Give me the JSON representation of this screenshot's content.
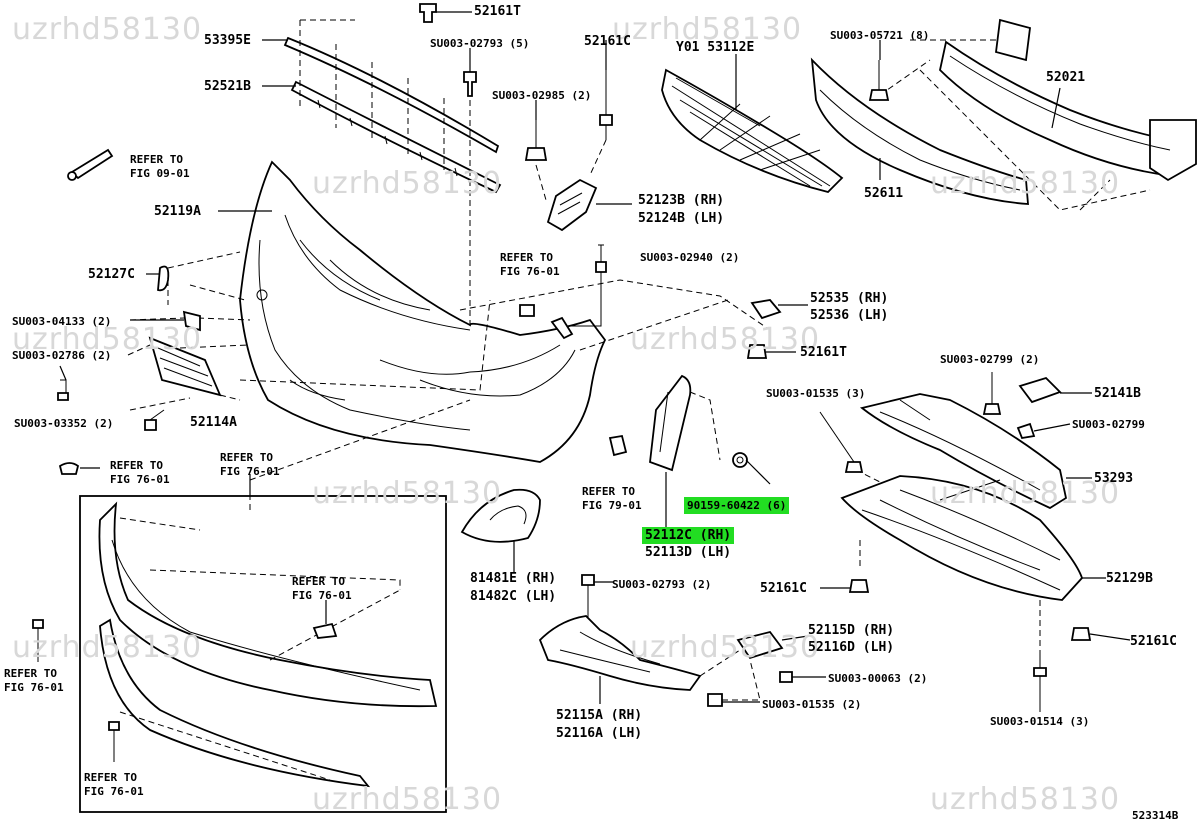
{
  "watermark": "uzrhd58130",
  "diagram_id": "523314B",
  "highlight_color": "#22dd22",
  "parts": {
    "p52161T_a": "52161T",
    "p53395E": "53395E",
    "pSU02793_5": "SU003-02793 (5)",
    "p52161C_top": "52161C",
    "pY01": "Y01 53112E",
    "pSU05721": "SU003-05721 (8)",
    "p52521B": "52521B",
    "pSU02985": "SU003-02985 (2)",
    "p52021": "52021",
    "pRefer0901_a": "REFER TO",
    "pRefer0901_b": "FIG 09-01",
    "p52119A": "52119A",
    "p52123B": "52123B (RH)",
    "p52124B": "52124B (LH)",
    "p52611": "52611",
    "pRefer7601_mid_a": "REFER TO",
    "pRefer7601_mid_b": "FIG 76-01",
    "pSU02940": "SU003-02940 (2)",
    "p52127C": "52127C",
    "p52535": "52535 (RH)",
    "p52536": "52536 (LH)",
    "pSU04133": "SU003-04133 (2)",
    "pSU02786": "SU003-02786 (2)",
    "p52161T_b": "52161T",
    "pSU02799_2": "SU003-02799 (2)",
    "pSU01535_3": "SU003-01535 (3)",
    "p52141B": "52141B",
    "pSU03352": "SU003-03352 (2)",
    "p52114A": "52114A",
    "pSU02799": "SU003-02799",
    "pRefer7601_l_a": "REFER TO",
    "pRefer7601_l_b": "FIG 76-01",
    "pRefer7601_m2_a": "REFER TO",
    "pRefer7601_m2_b": "FIG 76-01",
    "p53293": "53293",
    "p90159": "90159-60422 (6)",
    "pRefer7901_a": "REFER TO",
    "pRefer7901_b": "FIG 79-01",
    "p52112C": "52112C (RH)",
    "p52113D": "52113D (LH)",
    "p81481E": "81481E (RH)",
    "p81482C": "81482C (LH)",
    "pSU02793_2": "SU003-02793 (2)",
    "p52161C_mid": "52161C",
    "p52129B": "52129B",
    "pRefer7601_box_a": "REFER TO",
    "pRefer7601_box_b": "FIG 76-01",
    "p52115D": "52115D (RH)",
    "p52116D": "52116D (LH)",
    "p52161C_r": "52161C",
    "pRefer7601_ll_a": "REFER TO",
    "pRefer7601_ll_b": "FIG 76-01",
    "pSU00063": "SU003-00063 (2)",
    "p52115A": "52115A (RH)",
    "p52116A": "52116A (LH)",
    "pSU01535_2": "SU003-01535 (2)",
    "pSU01514": "SU003-01514 (3)",
    "pRefer7601_bot_a": "REFER TO",
    "pRefer7601_bot_b": "FIG 76-01"
  }
}
